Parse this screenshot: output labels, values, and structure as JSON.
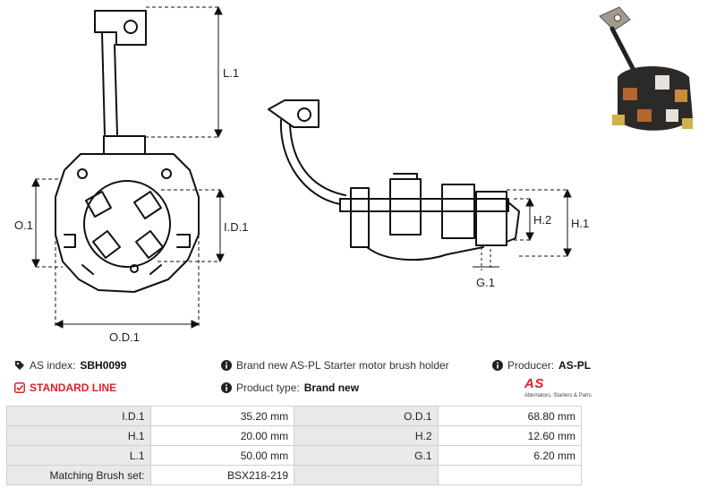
{
  "drawing": {
    "labels": {
      "l1": "L.1",
      "o1": "O.1",
      "id1": "I.D.1",
      "od1": "O.D.1",
      "h1": "H.1",
      "h2": "H.2",
      "g1": "G.1"
    }
  },
  "product": {
    "as_index_label": "AS index:",
    "as_index_value": "SBH0099",
    "description": "Brand new AS-PL Starter motor brush holder",
    "producer_label": "Producer:",
    "producer_value": "AS-PL",
    "standard_line": "STANDARD LINE",
    "type_label": "Product type:",
    "type_value": "Brand new",
    "logo_mark": "AS",
    "logo_sub": "Alternators, Starters & Parts"
  },
  "specs": [
    [
      {
        "k": "I.D.1",
        "v": "35.20 mm"
      },
      {
        "k": "O.D.1",
        "v": "68.80 mm"
      }
    ],
    [
      {
        "k": "H.1",
        "v": "20.00 mm"
      },
      {
        "k": "H.2",
        "v": "12.60 mm"
      }
    ],
    [
      {
        "k": "L.1",
        "v": "50.00 mm"
      },
      {
        "k": "G.1",
        "v": "6.20 mm"
      }
    ],
    [
      {
        "k": "Matching Brush set:",
        "v": "BSX218-219"
      },
      {
        "k": "",
        "v": ""
      }
    ]
  ],
  "colors": {
    "accent": "#d8232a",
    "header_cell": "#e9e9e9",
    "border": "#cfcfcf"
  }
}
